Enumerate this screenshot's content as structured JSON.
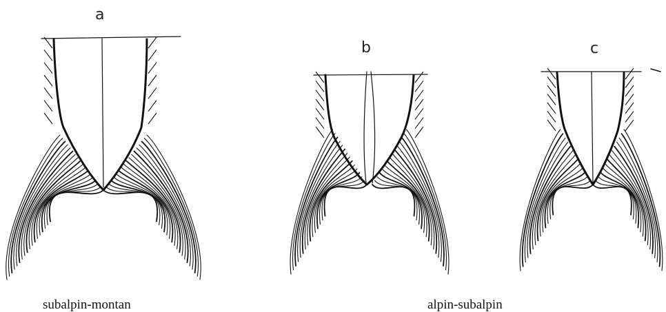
{
  "figure": {
    "panels": [
      {
        "id": "a",
        "letter": "a"
      },
      {
        "id": "b",
        "letter": "b"
      },
      {
        "id": "c",
        "letter": "c"
      }
    ],
    "captions": {
      "left": "subalpin-montan",
      "right": "alpin-subalpin"
    },
    "colors": {
      "ink": "#111111",
      "paper": "#ffffff"
    }
  }
}
